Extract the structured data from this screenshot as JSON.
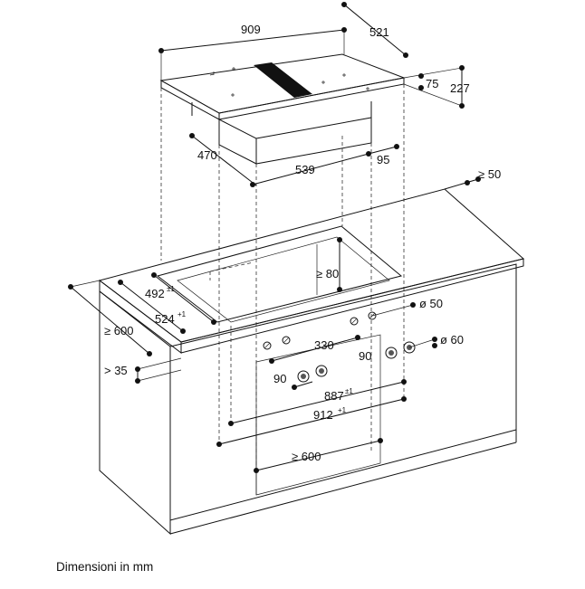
{
  "caption": "Dimensioni in mm",
  "dimensions": {
    "hob_width": "909",
    "hob_depth": "521",
    "frame_height": "75",
    "total_height": "227",
    "body_depth": "470",
    "body_width": "539",
    "body_offset": "95",
    "wall_clearance": "≥ 50",
    "cutout_depth": "492",
    "cutout_depth_tol": "±1",
    "cutout_width": "524",
    "cutout_width_tol": "+1",
    "cutout_height": "≥ 80",
    "worktop_depth": "≥ 600",
    "worktop_thickness": "> 35",
    "hole_diameter_small": "ø 50",
    "hole_diameter_large": "ø 60",
    "knob_spacing": "330",
    "knob_gap_left": "90",
    "knob_gap_right": "90",
    "cabinet_opening": "887",
    "cabinet_opening_tol": "±1",
    "cabinet_width": "912",
    "cabinet_width_tol": "+1",
    "cabinet_inner_width": "≥ 600"
  }
}
